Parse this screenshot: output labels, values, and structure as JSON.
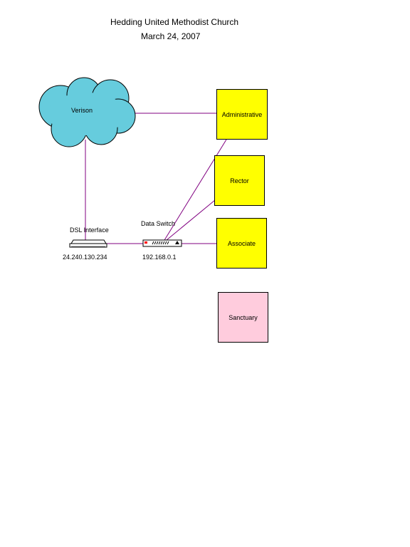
{
  "header": {
    "title": "Hedding United Methodist Church",
    "date": "March 24, 2007"
  },
  "cloud": {
    "label": "Verison",
    "color": "#66ccdd"
  },
  "devices": {
    "dsl": {
      "label": "DSL Interface",
      "ip": "24.240.130.234"
    },
    "switch": {
      "label": "Data Switch",
      "ip": "192.168.0.1"
    }
  },
  "offices": [
    {
      "label": "Administrative",
      "color": "#ffff00"
    },
    {
      "label": "Rector",
      "color": "#ffff00"
    },
    {
      "label": "Associate",
      "color": "#ffff00"
    },
    {
      "label": "Sanctuary",
      "color": "#ffccdd"
    }
  ],
  "link_color": "#800080"
}
